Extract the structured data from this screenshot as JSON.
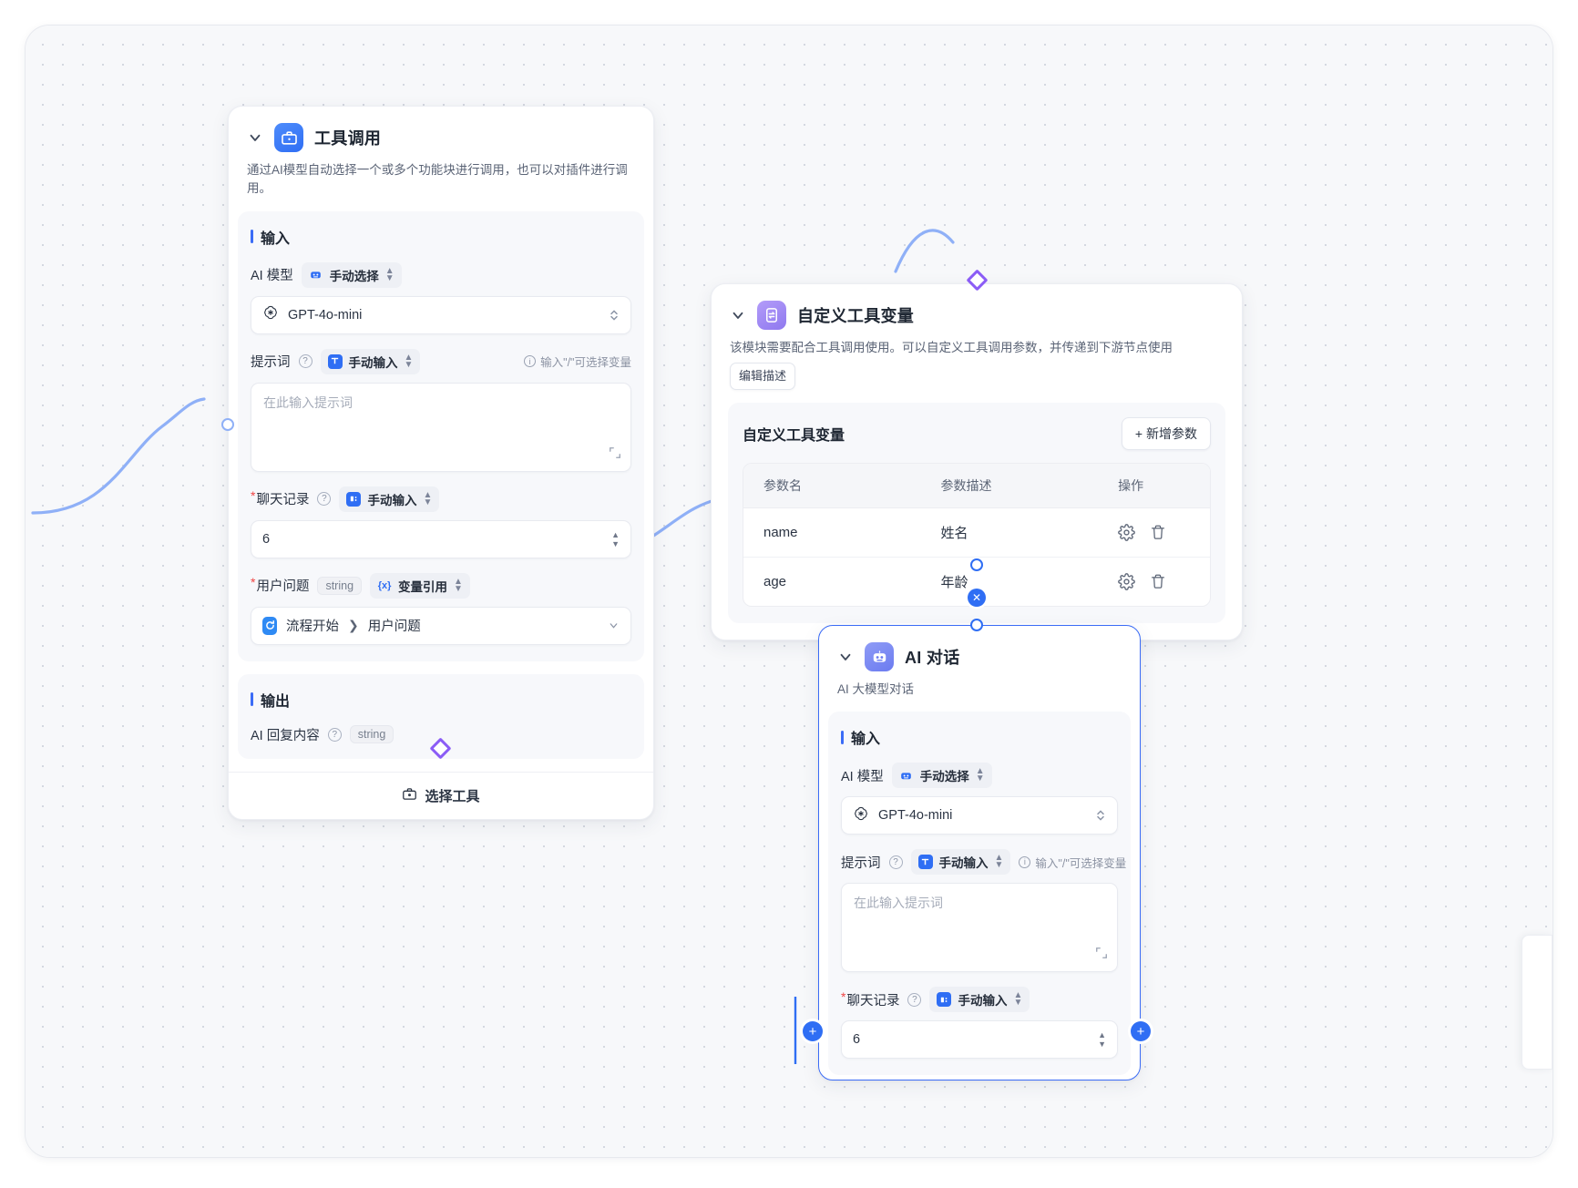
{
  "nodes": {
    "tool_call": {
      "title": "工具调用",
      "description": "通过AI模型自动选择一个或多个功能块进行调用，也可以对插件进行调用。",
      "input_section": "输入",
      "output_section": "输出",
      "fields": {
        "model_label": "AI 模型",
        "model_mode": "手动选择",
        "model_value": "GPT-4o-mini",
        "prompt_label": "提示词",
        "prompt_mode": "手动输入",
        "prompt_hint": "输入\"/\"可选择变量",
        "prompt_placeholder": "在此输入提示词",
        "history_label": "聊天记录",
        "history_mode": "手动输入",
        "history_value": "6",
        "question_label": "用户问题",
        "question_type": "string",
        "question_mode": "变量引用",
        "question_ref_node": "流程开始",
        "question_ref_field": "用户问题"
      },
      "output": {
        "label": "AI 回复内容",
        "type": "string"
      },
      "footer_label": "选择工具"
    },
    "custom_tool_var": {
      "title": "自定义工具变量",
      "description": "该模块需要配合工具调用使用。可以自定义工具调用参数，并传递到下游节点使用",
      "edit_desc_button": "编辑描述",
      "panel_title": "自定义工具变量",
      "add_button": "+ 新增参数",
      "table": {
        "headers": [
          "参数名",
          "参数描述",
          "操作"
        ],
        "rows": [
          {
            "name": "name",
            "desc": "姓名"
          },
          {
            "name": "age",
            "desc": "年龄"
          }
        ]
      }
    },
    "ai_chat": {
      "title": "AI 对话",
      "description": "AI 大模型对话",
      "input_section": "输入",
      "fields": {
        "model_label": "AI 模型",
        "model_mode": "手动选择",
        "model_value": "GPT-4o-mini",
        "prompt_label": "提示词",
        "prompt_mode": "手动输入",
        "prompt_hint": "输入\"/\"可选择变量",
        "prompt_placeholder": "在此输入提示词",
        "history_label": "聊天记录",
        "history_mode": "手动输入",
        "history_value": "6"
      }
    }
  },
  "icons": {
    "caret": "chevron-down-icon",
    "toolbox": "toolbox-icon",
    "swap": "swap-variable-icon",
    "robot": "robot-icon",
    "openai": "openai-logo-icon",
    "gear": "gear-icon",
    "trash": "trash-icon",
    "expand": "expand-icon",
    "question": "question-mark-icon",
    "info": "info-icon"
  },
  "colors": {
    "accent": "#2f6ef4",
    "edge": "#8fb0f7",
    "diamond": "#8b5cf6",
    "required": "#ef4444",
    "canvas": "#f7f8fa"
  }
}
